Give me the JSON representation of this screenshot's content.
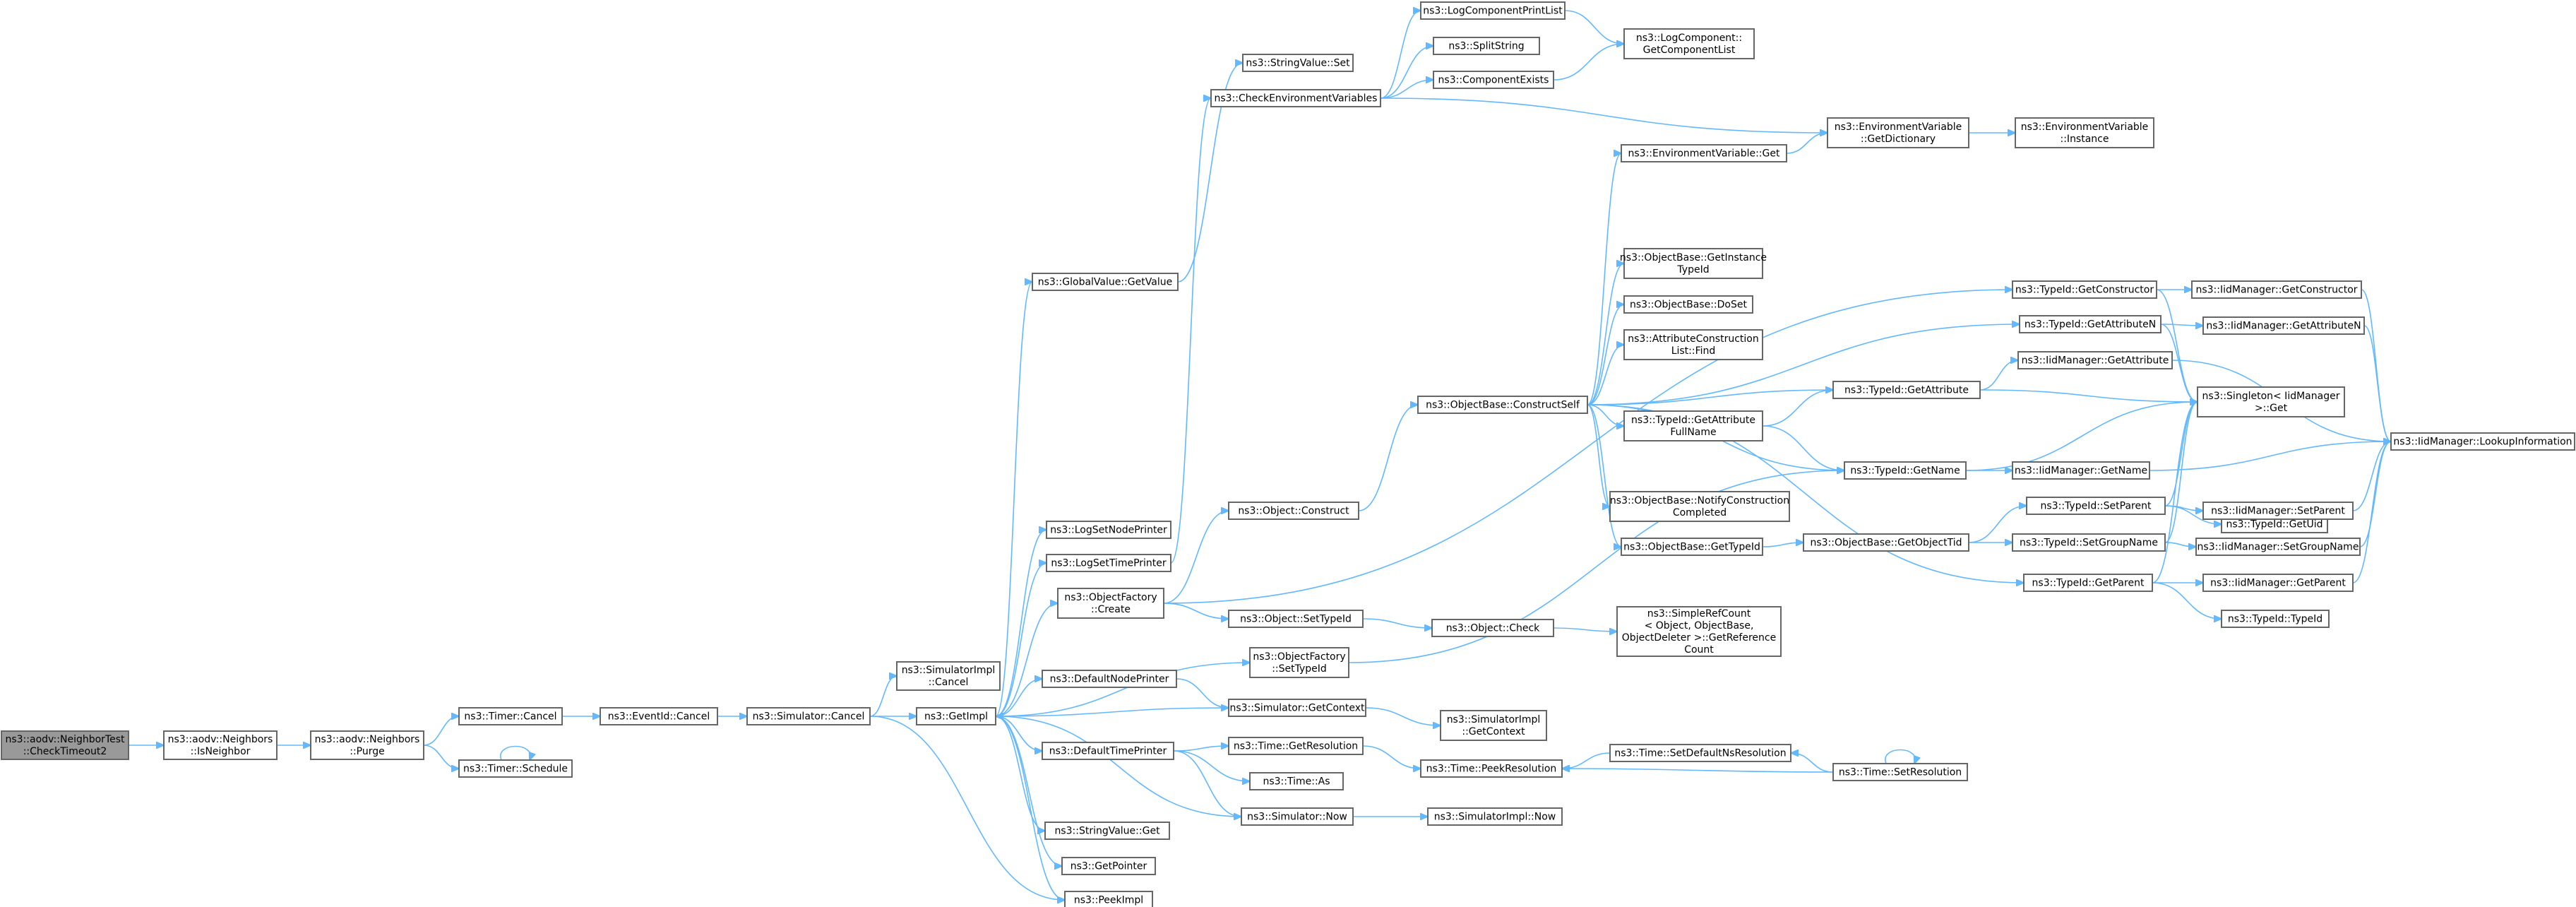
{
  "graph": {
    "nodes": [
      {
        "id": "root",
        "lines": [
          "ns3::aodv::NeighborTest",
          "::CheckTimeout2"
        ],
        "root": true
      },
      {
        "id": "isNeighbor",
        "lines": [
          "ns3::aodv::Neighbors",
          "::IsNeighbor"
        ]
      },
      {
        "id": "purge",
        "lines": [
          "ns3::aodv::Neighbors",
          "::Purge"
        ]
      },
      {
        "id": "timerCancel",
        "lines": [
          "ns3::Timer::Cancel"
        ]
      },
      {
        "id": "timerSchedule",
        "lines": [
          "ns3::Timer::Schedule"
        ]
      },
      {
        "id": "eventCancel",
        "lines": [
          "ns3::EventId::Cancel"
        ]
      },
      {
        "id": "simCancel",
        "lines": [
          "ns3::Simulator::Cancel"
        ]
      },
      {
        "id": "simImplCancel",
        "lines": [
          "ns3::SimulatorImpl",
          "::Cancel"
        ]
      },
      {
        "id": "getImpl",
        "lines": [
          "ns3::GetImpl"
        ]
      },
      {
        "id": "globalGetValue",
        "lines": [
          "ns3::GlobalValue::GetValue"
        ]
      },
      {
        "id": "stringValueSet",
        "lines": [
          "ns3::StringValue::Set"
        ]
      },
      {
        "id": "checkEnv",
        "lines": [
          "ns3::CheckEnvironmentVariables"
        ]
      },
      {
        "id": "logPrintList",
        "lines": [
          "ns3::LogComponentPrintList"
        ]
      },
      {
        "id": "splitString",
        "lines": [
          "ns3::SplitString"
        ]
      },
      {
        "id": "compExists",
        "lines": [
          "ns3::ComponentExists"
        ]
      },
      {
        "id": "logGetList",
        "lines": [
          "ns3::LogComponent::",
          "GetComponentList"
        ]
      },
      {
        "id": "envGetDict",
        "lines": [
          "ns3::EnvironmentVariable",
          "::GetDictionary"
        ]
      },
      {
        "id": "envInstance",
        "lines": [
          "ns3::EnvironmentVariable",
          "::Instance"
        ]
      },
      {
        "id": "envGet",
        "lines": [
          "ns3::EnvironmentVariable::Get"
        ]
      },
      {
        "id": "logNodePrinter",
        "lines": [
          "ns3::LogSetNodePrinter"
        ]
      },
      {
        "id": "logTimePrinter",
        "lines": [
          "ns3::LogSetTimePrinter"
        ]
      },
      {
        "id": "objFactCreate",
        "lines": [
          "ns3::ObjectFactory",
          "::Create"
        ]
      },
      {
        "id": "objFactSetTypeId",
        "lines": [
          "ns3::ObjectFactory",
          "::SetTypeId"
        ]
      },
      {
        "id": "defNodePrinter",
        "lines": [
          "ns3::DefaultNodePrinter"
        ]
      },
      {
        "id": "simGetContext",
        "lines": [
          "ns3::Simulator::GetContext"
        ]
      },
      {
        "id": "simImplGetContext",
        "lines": [
          "ns3::SimulatorImpl",
          "::GetContext"
        ]
      },
      {
        "id": "defTimePrinter",
        "lines": [
          "ns3::DefaultTimePrinter"
        ]
      },
      {
        "id": "timeGetRes",
        "lines": [
          "ns3::Time::GetResolution"
        ]
      },
      {
        "id": "timeAs",
        "lines": [
          "ns3::Time::As"
        ]
      },
      {
        "id": "simNow",
        "lines": [
          "ns3::Simulator::Now"
        ]
      },
      {
        "id": "simImplNow",
        "lines": [
          "ns3::SimulatorImpl::Now"
        ]
      },
      {
        "id": "stringValueGet",
        "lines": [
          "ns3::StringValue::Get"
        ]
      },
      {
        "id": "getPointer",
        "lines": [
          "ns3::GetPointer"
        ]
      },
      {
        "id": "peekImpl",
        "lines": [
          "ns3::PeekImpl"
        ]
      },
      {
        "id": "objConstruct",
        "lines": [
          "ns3::Object::Construct"
        ]
      },
      {
        "id": "objSetTypeId",
        "lines": [
          "ns3::Object::SetTypeId"
        ]
      },
      {
        "id": "objCheck",
        "lines": [
          "ns3::Object::Check"
        ]
      },
      {
        "id": "simpleRef",
        "lines": [
          "ns3::SimpleRefCount",
          "< Object, ObjectBase,",
          "ObjectDeleter >::GetReference",
          "Count"
        ]
      },
      {
        "id": "constructSelf",
        "lines": [
          "ns3::ObjectBase::ConstructSelf"
        ]
      },
      {
        "id": "getInstTypeId",
        "lines": [
          "ns3::ObjectBase::GetInstance",
          "TypeId"
        ]
      },
      {
        "id": "doSet",
        "lines": [
          "ns3::ObjectBase::DoSet"
        ]
      },
      {
        "id": "attrFind",
        "lines": [
          "ns3::AttributeConstruction",
          "List::Find"
        ]
      },
      {
        "id": "getAttrFullName",
        "lines": [
          "ns3::TypeId::GetAttribute",
          "FullName"
        ]
      },
      {
        "id": "notifyConstr",
        "lines": [
          "ns3::ObjectBase::NotifyConstruction",
          "Completed"
        ]
      },
      {
        "id": "obGetTypeId",
        "lines": [
          "ns3::ObjectBase::GetTypeId"
        ]
      },
      {
        "id": "tidGetConstructor",
        "lines": [
          "ns3::TypeId::GetConstructor"
        ]
      },
      {
        "id": "tidGetAttributeN",
        "lines": [
          "ns3::TypeId::GetAttributeN"
        ]
      },
      {
        "id": "tidGetAttribute",
        "lines": [
          "ns3::TypeId::GetAttribute"
        ]
      },
      {
        "id": "tidGetName",
        "lines": [
          "ns3::TypeId::GetName"
        ]
      },
      {
        "id": "obGetObjectTid",
        "lines": [
          "ns3::ObjectBase::GetObjectTid"
        ]
      },
      {
        "id": "tidGetParent",
        "lines": [
          "ns3::TypeId::GetParent"
        ]
      },
      {
        "id": "iidGetConstructor",
        "lines": [
          "ns3::IidManager::GetConstructor"
        ]
      },
      {
        "id": "iidGetAttributeN",
        "lines": [
          "ns3::IidManager::GetAttributeN"
        ]
      },
      {
        "id": "iidGetAttribute",
        "lines": [
          "ns3::IidManager::GetAttribute"
        ]
      },
      {
        "id": "singletonGet",
        "lines": [
          "ns3::Singleton< IidManager",
          ">::Get"
        ]
      },
      {
        "id": "iidGetName",
        "lines": [
          "ns3::IidManager::GetName"
        ]
      },
      {
        "id": "tidSetParent",
        "lines": [
          "ns3::TypeId::SetParent"
        ]
      },
      {
        "id": "tidSetGroupName",
        "lines": [
          "ns3::TypeId::SetGroupName"
        ]
      },
      {
        "id": "tidGetUid",
        "lines": [
          "ns3::TypeId::GetUid"
        ]
      },
      {
        "id": "iidSetParent",
        "lines": [
          "ns3::IidManager::SetParent"
        ]
      },
      {
        "id": "iidSetGroupName",
        "lines": [
          "ns3::IidManager::SetGroupName"
        ]
      },
      {
        "id": "iidGetParent",
        "lines": [
          "ns3::IidManager::GetParent"
        ]
      },
      {
        "id": "tidTypeId",
        "lines": [
          "ns3::TypeId::TypeId"
        ]
      },
      {
        "id": "iidLookup",
        "lines": [
          "ns3::IidManager::LookupInformation"
        ]
      },
      {
        "id": "timeSetDefNs",
        "lines": [
          "ns3::Time::SetDefaultNsResolution"
        ]
      },
      {
        "id": "timePeekRes",
        "lines": [
          "ns3::Time::PeekResolution"
        ]
      },
      {
        "id": "timeSetRes",
        "lines": [
          "ns3::Time::SetResolution"
        ]
      }
    ],
    "edges": [
      [
        "root",
        "isNeighbor"
      ],
      [
        "isNeighbor",
        "purge"
      ],
      [
        "purge",
        "timerCancel"
      ],
      [
        "purge",
        "timerSchedule"
      ],
      [
        "timerSchedule",
        "timerSchedule"
      ],
      [
        "timerCancel",
        "eventCancel"
      ],
      [
        "eventCancel",
        "simCancel"
      ],
      [
        "simCancel",
        "simImplCancel"
      ],
      [
        "simCancel",
        "getImpl"
      ],
      [
        "simCancel",
        "peekImpl"
      ],
      [
        "getImpl",
        "globalGetValue"
      ],
      [
        "getImpl",
        "logNodePrinter"
      ],
      [
        "getImpl",
        "logTimePrinter"
      ],
      [
        "getImpl",
        "objFactCreate"
      ],
      [
        "getImpl",
        "objFactSetTypeId"
      ],
      [
        "getImpl",
        "defNodePrinter"
      ],
      [
        "getImpl",
        "defTimePrinter"
      ],
      [
        "getImpl",
        "stringValueGet"
      ],
      [
        "getImpl",
        "getPointer"
      ],
      [
        "getImpl",
        "peekImpl"
      ],
      [
        "globalGetValue",
        "stringValueSet"
      ],
      [
        "logTimePrinter",
        "checkEnv"
      ],
      [
        "checkEnv",
        "logPrintList"
      ],
      [
        "checkEnv",
        "splitString"
      ],
      [
        "checkEnv",
        "compExists"
      ],
      [
        "checkEnv",
        "envGetDict"
      ],
      [
        "logPrintList",
        "logGetList"
      ],
      [
        "compExists",
        "logGetList"
      ],
      [
        "envGetDict",
        "envInstance"
      ],
      [
        "envGet",
        "envGetDict"
      ],
      [
        "objFactCreate",
        "objConstruct"
      ],
      [
        "objFactCreate",
        "objSetTypeId"
      ],
      [
        "objFactCreate",
        "tidGetConstructor"
      ],
      [
        "objConstruct",
        "constructSelf"
      ],
      [
        "objSetTypeId",
        "objCheck"
      ],
      [
        "objCheck",
        "simpleRef"
      ],
      [
        "objFactSetTypeId",
        "tidGetName"
      ],
      [
        "defNodePrinter",
        "simGetContext"
      ],
      [
        "simGetContext",
        "getImpl"
      ],
      [
        "simGetContext",
        "simImplGetContext"
      ],
      [
        "defTimePrinter",
        "timeGetRes"
      ],
      [
        "defTimePrinter",
        "timeAs"
      ],
      [
        "defTimePrinter",
        "simNow"
      ],
      [
        "simNow",
        "getImpl"
      ],
      [
        "simNow",
        "simImplNow"
      ],
      [
        "timeGetRes",
        "timePeekRes"
      ],
      [
        "constructSelf",
        "envGet"
      ],
      [
        "constructSelf",
        "getInstTypeId"
      ],
      [
        "constructSelf",
        "doSet"
      ],
      [
        "constructSelf",
        "attrFind"
      ],
      [
        "constructSelf",
        "getAttrFullName"
      ],
      [
        "constructSelf",
        "notifyConstr"
      ],
      [
        "constructSelf",
        "obGetTypeId"
      ],
      [
        "constructSelf",
        "tidGetAttributeN"
      ],
      [
        "constructSelf",
        "tidGetAttribute"
      ],
      [
        "constructSelf",
        "tidGetName"
      ],
      [
        "constructSelf",
        "tidGetParent"
      ],
      [
        "getAttrFullName",
        "tidGetAttribute"
      ],
      [
        "getAttrFullName",
        "tidGetName"
      ],
      [
        "obGetTypeId",
        "obGetObjectTid"
      ],
      [
        "obGetObjectTid",
        "tidSetParent"
      ],
      [
        "obGetObjectTid",
        "tidSetGroupName"
      ],
      [
        "tidGetConstructor",
        "iidGetConstructor"
      ],
      [
        "tidGetConstructor",
        "singletonGet"
      ],
      [
        "tidGetAttributeN",
        "iidGetAttributeN"
      ],
      [
        "tidGetAttributeN",
        "singletonGet"
      ],
      [
        "tidGetAttribute",
        "iidGetAttribute"
      ],
      [
        "tidGetAttribute",
        "singletonGet"
      ],
      [
        "tidGetName",
        "iidGetName"
      ],
      [
        "tidGetName",
        "singletonGet"
      ],
      [
        "tidSetParent",
        "tidGetUid"
      ],
      [
        "tidSetParent",
        "iidSetParent"
      ],
      [
        "tidSetParent",
        "singletonGet"
      ],
      [
        "tidSetGroupName",
        "iidSetGroupName"
      ],
      [
        "tidSetGroupName",
        "singletonGet"
      ],
      [
        "tidGetParent",
        "iidGetParent"
      ],
      [
        "tidGetParent",
        "tidTypeId"
      ],
      [
        "tidGetParent",
        "singletonGet"
      ],
      [
        "iidGetConstructor",
        "iidLookup"
      ],
      [
        "iidGetAttributeN",
        "iidLookup"
      ],
      [
        "iidGetAttribute",
        "iidLookup"
      ],
      [
        "iidGetName",
        "iidLookup"
      ],
      [
        "iidSetParent",
        "iidLookup"
      ],
      [
        "iidSetGroupName",
        "iidLookup"
      ],
      [
        "iidGetParent",
        "iidLookup"
      ],
      [
        "timeSetDefNs",
        "timePeekRes"
      ],
      [
        "timeSetRes",
        "timeSetDefNs"
      ],
      [
        "timeSetRes",
        "timePeekRes"
      ],
      [
        "timeSetRes",
        "timeSetRes"
      ]
    ]
  }
}
